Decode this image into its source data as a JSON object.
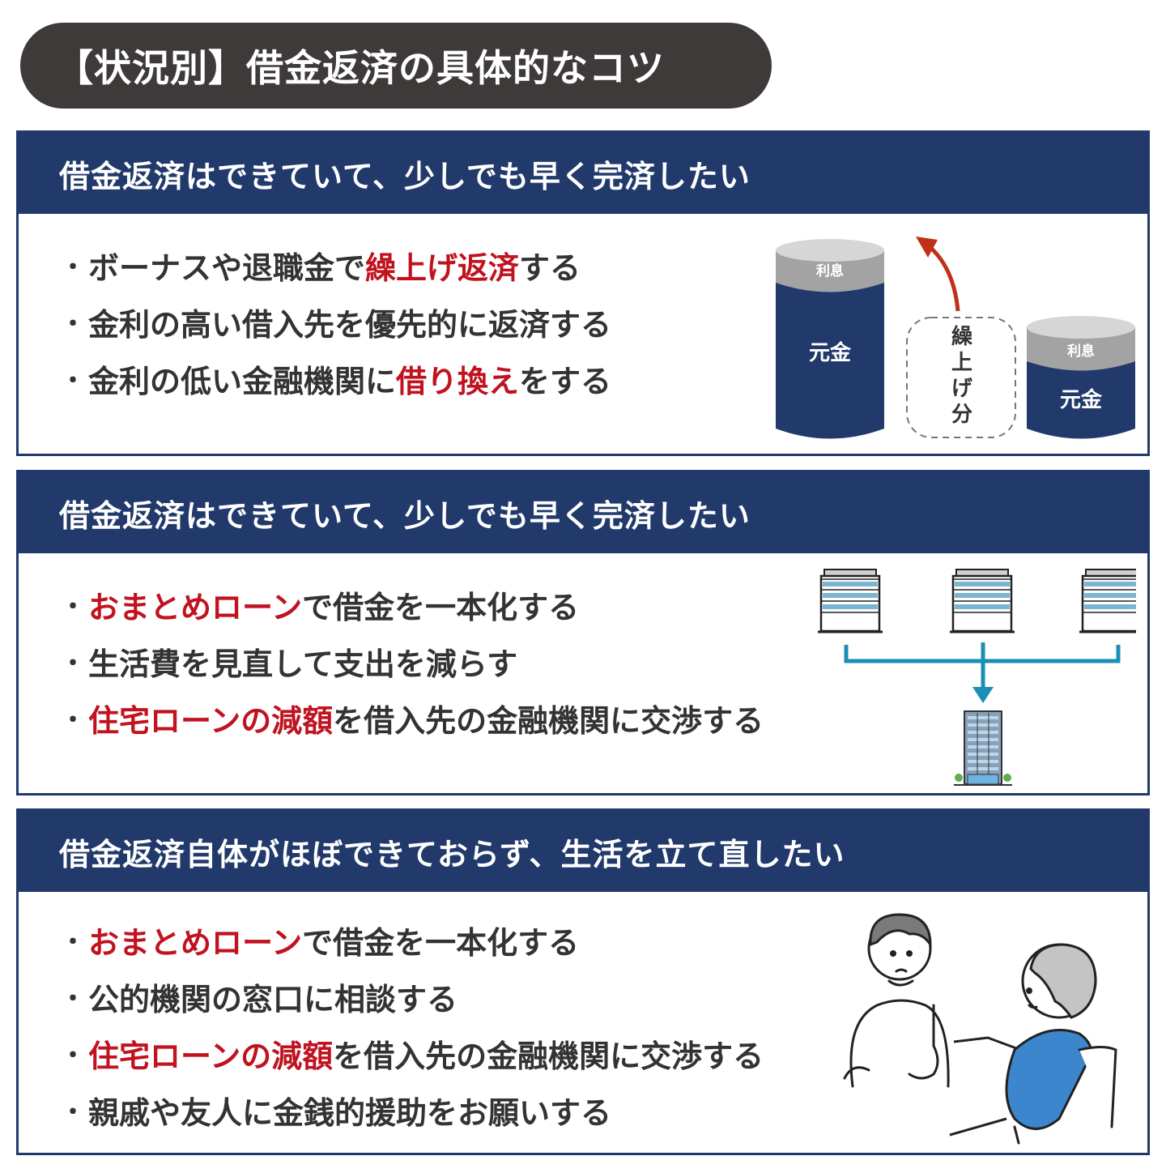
{
  "title": "【状況別】借金返済の具体的なコツ",
  "colors": {
    "title_bg": "#3d3a39",
    "header_bg": "#213a6b",
    "highlight_red": "#c1121f",
    "text": "#333333",
    "cylinder_navy": "#213a6b",
    "cylinder_gray": "#a3a3a3",
    "arrow_red": "#c0301a",
    "connector_teal": "#1a8fb5",
    "person_blue": "#3b86cc"
  },
  "sections": [
    {
      "heading": "借金返済はできていて、少しでも早く完済したい",
      "items": [
        {
          "bullet": "・",
          "before": "ボーナスや退職金で",
          "highlight": "繰上げ返済",
          "after": "する"
        },
        {
          "bullet": "・",
          "before": "金利の高い借入先を優先的に返済する",
          "highlight": "",
          "after": ""
        },
        {
          "bullet": "・",
          "before": "金利の低い金融機関に",
          "highlight": "借り換え",
          "after": "をする"
        }
      ],
      "illustration": {
        "type": "prepayment-cylinders",
        "left_cylinder": {
          "top_label": "利息",
          "body_label": "元金"
        },
        "dashed_label": "繰上げ分",
        "right_cylinder": {
          "top_label": "利息",
          "body_label": "元金"
        }
      }
    },
    {
      "heading": "借金返済はできていて、少しでも早く完済したい",
      "items": [
        {
          "bullet": "・",
          "before": "",
          "highlight": "おまとめローン",
          "after": "で借金を一本化する"
        },
        {
          "bullet": "・",
          "before": "生活費を見直して支出を減らす",
          "highlight": "",
          "after": ""
        },
        {
          "bullet": "・",
          "before": "",
          "highlight": "住宅ローンの減額",
          "after": "を借入先の金融機関に交渉する"
        }
      ],
      "illustration": {
        "type": "loan-consolidation",
        "source_buildings": 3,
        "target_buildings": 1
      }
    },
    {
      "heading": "借金返済自体がほぼできておらず、生活を立て直したい",
      "items": [
        {
          "bullet": "・",
          "before": "",
          "highlight": "おまとめローン",
          "after": "で借金を一本化する"
        },
        {
          "bullet": "・",
          "before": "公的機関の窓口に相談する",
          "highlight": "",
          "after": ""
        },
        {
          "bullet": "・",
          "before": "",
          "highlight": "住宅ローンの減額",
          "after": "を借入先の金融機関に交渉する"
        },
        {
          "bullet": "・",
          "before": "親戚や友人に金銭的援助をお願いする",
          "highlight": "",
          "after": ""
        }
      ],
      "illustration": {
        "type": "consultation-people"
      }
    }
  ]
}
